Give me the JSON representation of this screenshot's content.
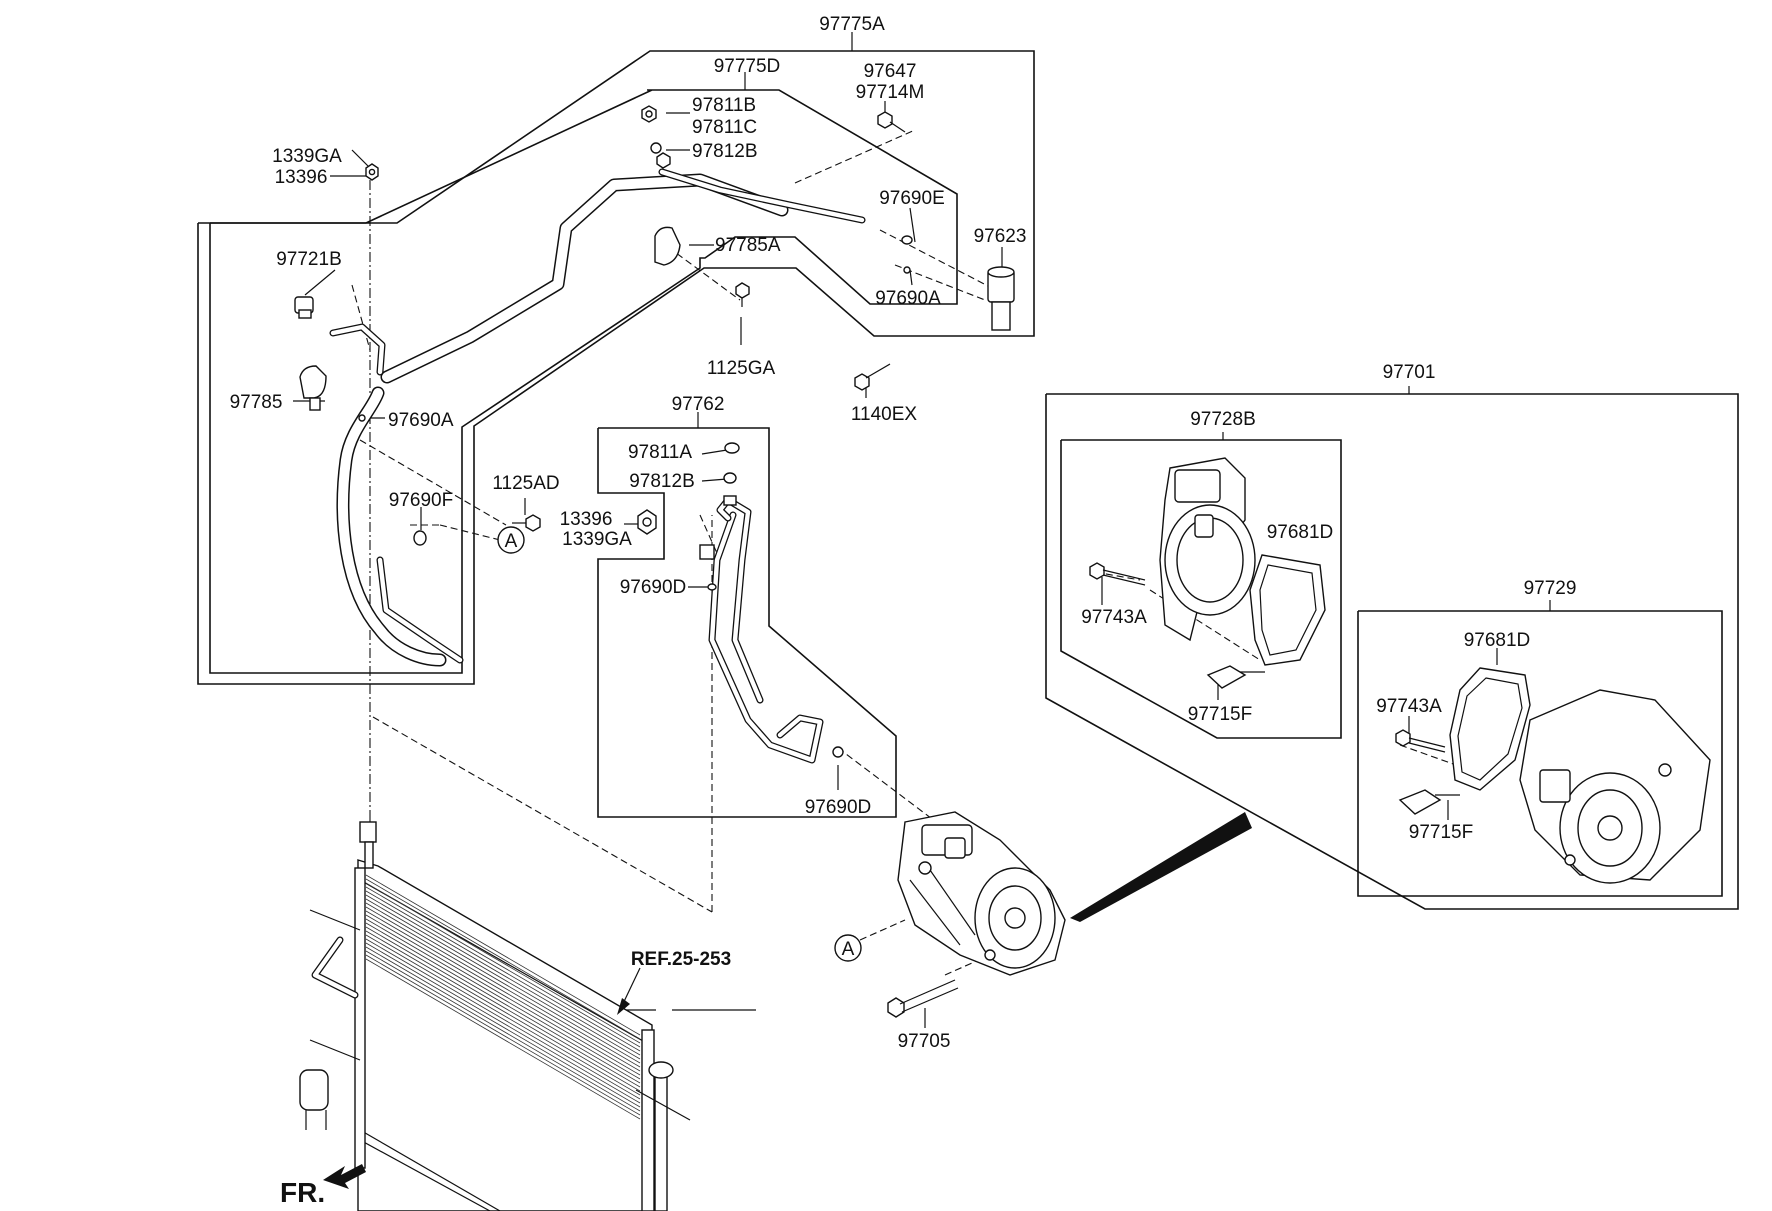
{
  "diagram": {
    "orientation_label": "FR.",
    "reference_label": "REF.25-253",
    "connector_marker": "A",
    "groups": {
      "assy_97775A": "97775A",
      "assy_97775D": "97775D",
      "assy_97762": "97762",
      "assy_97701": "97701",
      "assy_97728B": "97728B",
      "assy_97729": "97729"
    },
    "parts": {
      "p97811B": "97811B",
      "p97811C": "97811C",
      "p97812B_top": "97812B",
      "p97647": "97647",
      "p97714M": "97714M",
      "p1339GA_top": "1339GA",
      "p13396_top": "13396",
      "p97721B": "97721B",
      "p97785A": "97785A",
      "p97690E": "97690E",
      "p97623": "97623",
      "p97690A_top": "97690A",
      "p1125GA": "1125GA",
      "p1140EX": "1140EX",
      "p97785": "97785",
      "p97690A_left": "97690A",
      "p1125AD": "1125AD",
      "p97690F": "97690F",
      "p97811A": "97811A",
      "p97812B_mid": "97812B",
      "p13396_mid": "13396",
      "p1339GA_mid": "1339GA",
      "p97690D_top": "97690D",
      "p97690D_bot": "97690D",
      "p97681D_a": "97681D",
      "p97743A_a": "97743A",
      "p97715F_a": "97715F",
      "p97681D_b": "97681D",
      "p97743A_b": "97743A",
      "p97715F_b": "97715F",
      "p97705": "97705"
    }
  }
}
